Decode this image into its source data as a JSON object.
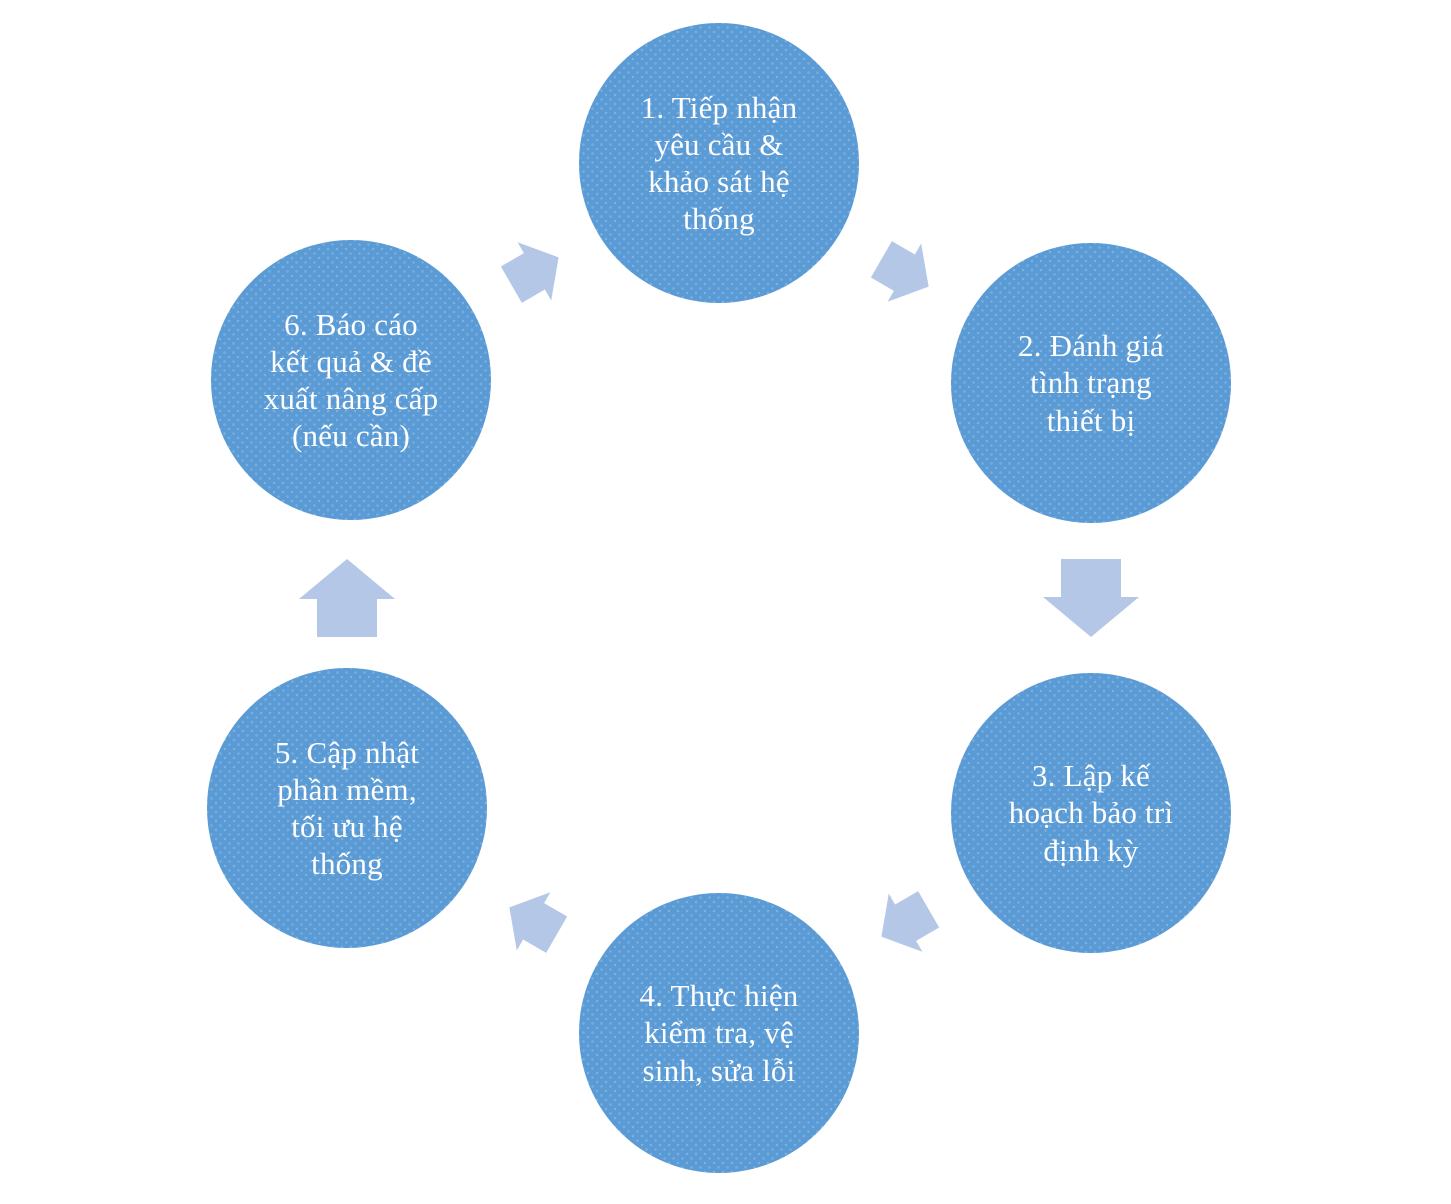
{
  "diagram": {
    "type": "cycle",
    "colors": {
      "circle_fill": "#5b9bd5",
      "arrow_fill": "#b4c7e7",
      "text": "#ffffff",
      "background": "#ffffff"
    },
    "steps": [
      {
        "label": "1. Tiếp nhận\nyêu cầu &\nkhảo sát hệ\nthống"
      },
      {
        "label": "2. Đánh giá\ntình trạng\nthiết bị"
      },
      {
        "label": "3. Lập kế\nhoạch bảo trì\nđịnh kỳ"
      },
      {
        "label": "4. Thực hiện\nkiểm tra, vệ\nsinh, sửa lỗi"
      },
      {
        "label": "5. Cập nhật\nphần mềm,\ntối ưu hệ\nthống"
      },
      {
        "label": "6. Báo cáo\nkết quả & đề\nxuất nâng cấp\n(nếu cần)"
      }
    ],
    "arrows": [
      {
        "name": "arrow-step1-to-step2",
        "direction": "down-right"
      },
      {
        "name": "arrow-step2-to-step3",
        "direction": "down"
      },
      {
        "name": "arrow-step3-to-step4",
        "direction": "down-left"
      },
      {
        "name": "arrow-step4-to-step5",
        "direction": "up-left"
      },
      {
        "name": "arrow-step5-to-step6",
        "direction": "up"
      },
      {
        "name": "arrow-step6-to-step1",
        "direction": "up-right"
      }
    ]
  }
}
